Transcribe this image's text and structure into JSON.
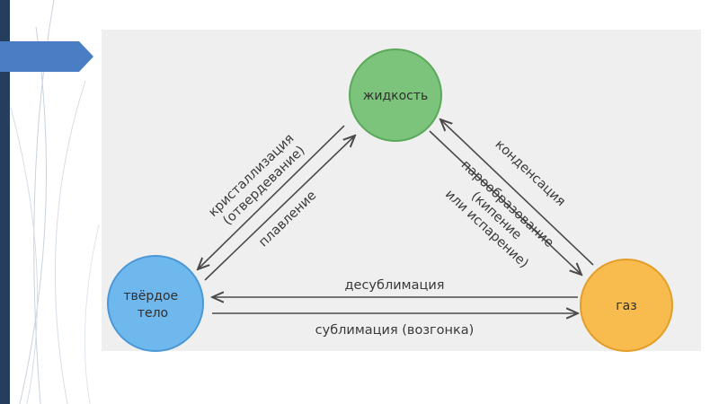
{
  "states": {
    "liquid": {
      "label": "жидкость",
      "color": "#7cc47c",
      "stroke": "#5aa85a"
    },
    "solid": {
      "label_lines": [
        "твёрдое",
        "тело"
      ],
      "color": "#6fb8ee",
      "stroke": "#4a98d6"
    },
    "gas": {
      "label": "газ",
      "color": "#f7bb4e",
      "stroke": "#e39e2a"
    }
  },
  "transitions": {
    "crystallization": {
      "lines": [
        "кристаллизация",
        "(отвердевание)"
      ]
    },
    "melting": {
      "lines": [
        "плавление"
      ]
    },
    "condensation": {
      "lines": [
        "конденсация"
      ]
    },
    "vaporization": {
      "lines": [
        "парообразование",
        "(кипение",
        "или испарение)"
      ]
    },
    "desublimation": {
      "lines": [
        "десублимация"
      ]
    },
    "sublimation": {
      "lines": [
        "сублимация (возгонка)"
      ]
    }
  },
  "colors": {
    "slide_accent": "#4a7ec4",
    "slide_sidebar": "#253e5e",
    "panel_background": "#efefef"
  }
}
